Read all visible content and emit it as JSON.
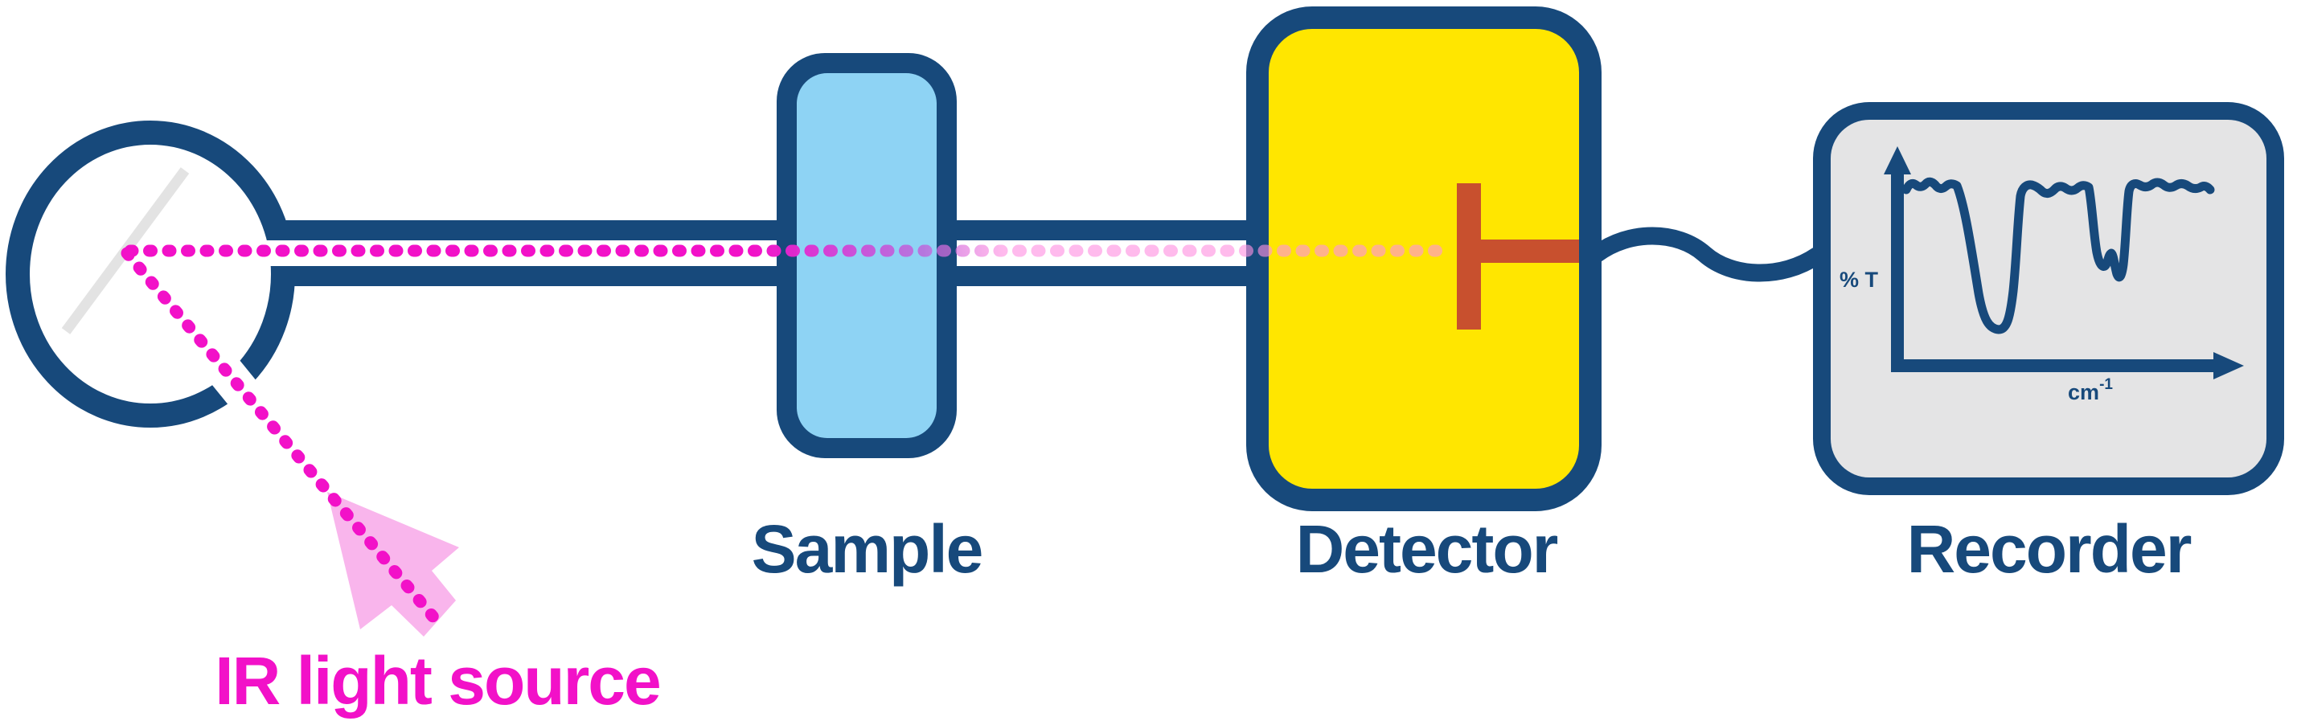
{
  "diagram": {
    "description": "Schematic of an IR spectrometer light path",
    "labels": {
      "ir_source": "IR light source",
      "sample": "Sample",
      "detector": "Detector",
      "recorder": "Recorder"
    },
    "recorder_plot": {
      "y_axis_label": "% T",
      "x_axis_unit_base": "cm",
      "x_axis_unit_exponent": "-1",
      "curve_description": "Qualitative IR transmittance trace: rippled baseline with one deep absorption dip and one shallower double-notched dip"
    },
    "icons": {
      "ir_source_circle": "circle-with-mirror-icon",
      "beam": "dotted-beam-path",
      "arrow": "cursor-arrow-icon",
      "sensor": "thermocouple-icon",
      "connector": "wavy-wire-icon",
      "spectrum": "spectrum-curve-icon"
    },
    "colors": {
      "navy": "#17497B",
      "magenta": "#F211C8",
      "pink_light": "#F9B5EC",
      "sky_blue": "#8ED3F4",
      "yellow": "#FFE600",
      "red_orange": "#C8502E",
      "gray_light": "#E4E4E5",
      "mirror_gray": "#E3E3E3",
      "beam_faded_pink": "#FF93DF"
    }
  }
}
